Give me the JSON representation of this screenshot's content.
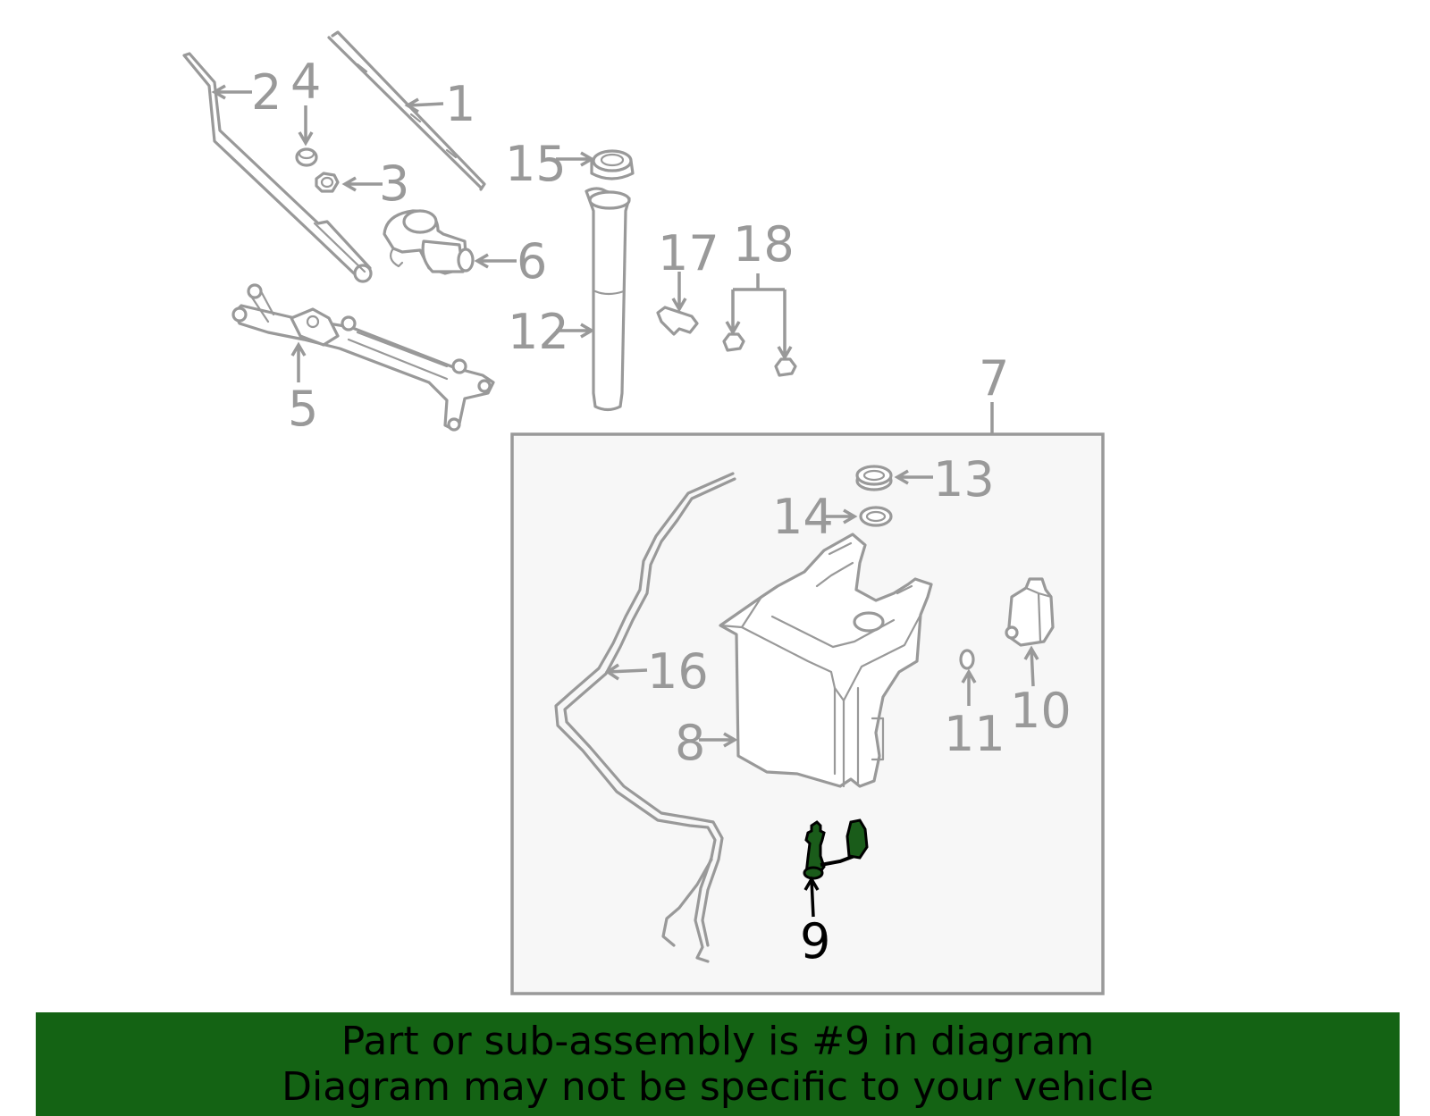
{
  "diagram": {
    "callouts": {
      "c1": "1",
      "c2": "2",
      "c3": "3",
      "c4": "4",
      "c5": "5",
      "c6": "6",
      "c7": "7",
      "c8": "8",
      "c9": "9",
      "c10": "10",
      "c11": "11",
      "c12": "12",
      "c13": "13",
      "c14": "14",
      "c15": "15",
      "c16": "16",
      "c17": "17",
      "c18": "18"
    },
    "highlighted_part": "9",
    "colors": {
      "line": "#999999",
      "highlight_part": "#1a5c1a",
      "highlight_label": "#000000",
      "subassembly_box_fill": "#f7f7f7"
    }
  },
  "footer": {
    "line1": "Part or sub-assembly is #9 in diagram",
    "line2": "Diagram may not be specific to your vehicle",
    "background": "#146314"
  }
}
